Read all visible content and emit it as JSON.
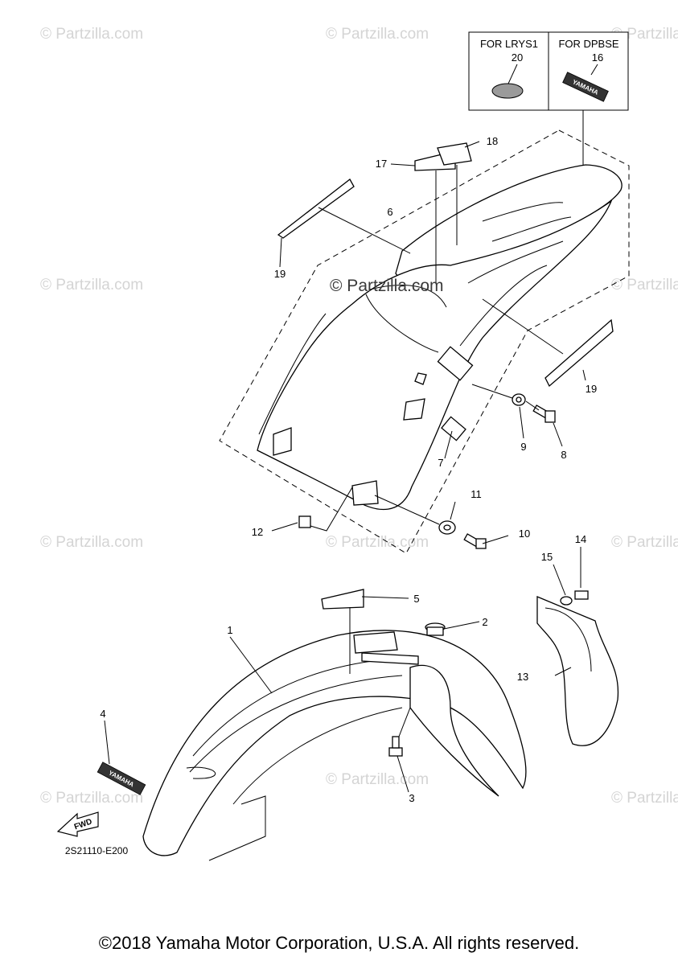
{
  "diagram": {
    "code": "2S21110-E200",
    "copyright": "©2018 Yamaha Motor Corporation, U.S.A. All rights reserved.",
    "watermark": "© Partzilla.com",
    "center_watermark": "© Partzilla.com",
    "variant_box": {
      "left_label": "FOR LRYS1",
      "left_part": "20",
      "right_label": "FOR DPBSE",
      "right_part": "16"
    },
    "decal_text": "YAMAHA",
    "fwd_label": "FWD",
    "callouts": {
      "c1": "1",
      "c2": "2",
      "c3": "3",
      "c4": "4",
      "c5": "5",
      "c6": "6",
      "c7": "7",
      "c8": "8",
      "c9": "9",
      "c10": "10",
      "c11": "11",
      "c12": "12",
      "c13": "13",
      "c14": "14",
      "c15": "15",
      "c16": "16",
      "c17": "17",
      "c18": "18",
      "c19a": "19",
      "c19b": "19"
    }
  }
}
